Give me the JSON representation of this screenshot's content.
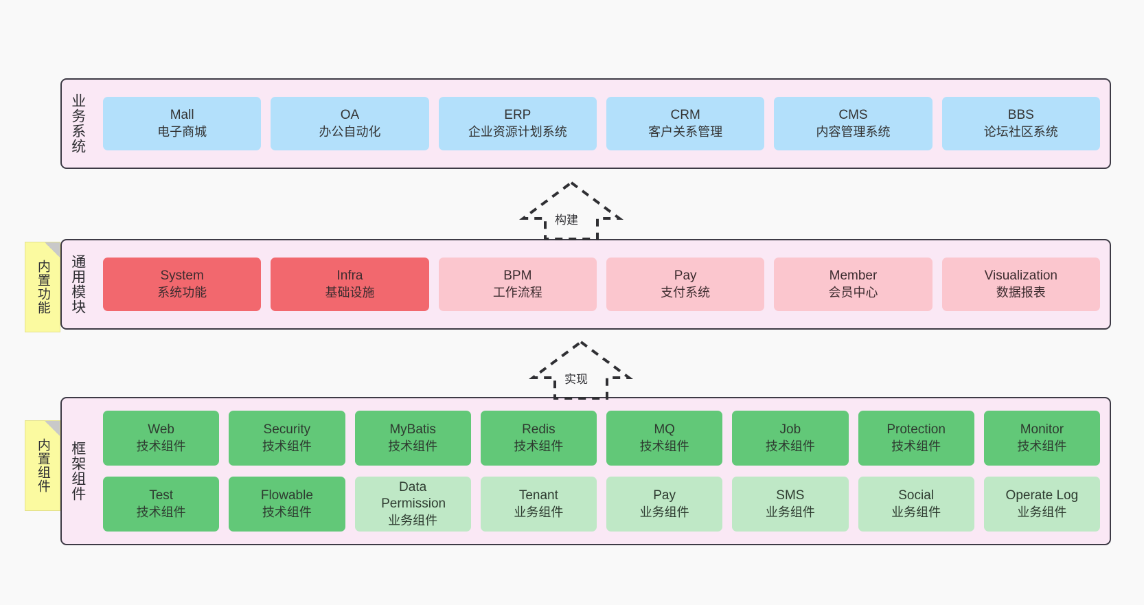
{
  "colors": {
    "canvas": "#f9f9f9",
    "layer_bg": "#fae8f5",
    "layer_border": "#3d3a45",
    "note_bg": "#fbfaa0",
    "business_card": "#b3e0fb",
    "module_core": "#f2686e",
    "module_plain": "#fbc6ce",
    "tech_component": "#62c878",
    "biz_component": "#bfe8c6"
  },
  "layers": [
    {
      "id": "business-system",
      "title": "业务系统",
      "rows": [
        [
          {
            "title": "Mall",
            "subtitle": "电子商城"
          },
          {
            "title": "OA",
            "subtitle": "办公自动化"
          },
          {
            "title": "ERP",
            "subtitle": "企业资源计划系统"
          },
          {
            "title": "CRM",
            "subtitle": "客户关系管理"
          },
          {
            "title": "CMS",
            "subtitle": "内容管理系统"
          },
          {
            "title": "BBS",
            "subtitle": "论坛社区系统"
          }
        ]
      ]
    },
    {
      "id": "common-module",
      "title": "通用模块",
      "rows": [
        [
          {
            "title": "System",
            "subtitle": "系统功能"
          },
          {
            "title": "Infra",
            "subtitle": "基础设施"
          },
          {
            "title": "BPM",
            "subtitle": "工作流程"
          },
          {
            "title": "Pay",
            "subtitle": "支付系统"
          },
          {
            "title": "Member",
            "subtitle": "会员中心"
          },
          {
            "title": "Visualization",
            "subtitle": "数据报表"
          }
        ]
      ]
    },
    {
      "id": "framework-component",
      "title": "框架组件",
      "rows": [
        [
          {
            "title": "Web",
            "subtitle": "技术组件"
          },
          {
            "title": "Security",
            "subtitle": "技术组件"
          },
          {
            "title": "MyBatis",
            "subtitle": "技术组件"
          },
          {
            "title": "Redis",
            "subtitle": "技术组件"
          },
          {
            "title": "MQ",
            "subtitle": "技术组件"
          },
          {
            "title": "Job",
            "subtitle": "技术组件"
          },
          {
            "title": "Protection",
            "subtitle": "技术组件"
          },
          {
            "title": "Monitor",
            "subtitle": "技术组件"
          }
        ],
        [
          {
            "title": "Test",
            "subtitle": "技术组件"
          },
          {
            "title": "Flowable",
            "subtitle": "技术组件"
          },
          {
            "title": "Data Permission",
            "subtitle": "业务组件"
          },
          {
            "title": "Tenant",
            "subtitle": "业务组件"
          },
          {
            "title": "Pay",
            "subtitle": "业务组件"
          },
          {
            "title": "SMS",
            "subtitle": "业务组件"
          },
          {
            "title": "Social",
            "subtitle": "业务组件"
          },
          {
            "title": "Operate Log",
            "subtitle": "业务组件"
          }
        ]
      ]
    }
  ],
  "notes": [
    {
      "id": "builtin-function",
      "label": "内置功能"
    },
    {
      "id": "builtin-component",
      "label": "内置组件"
    }
  ],
  "arrows": [
    {
      "id": "build-arrow",
      "label": "构建"
    },
    {
      "id": "implement-arrow",
      "label": "实现"
    }
  ]
}
